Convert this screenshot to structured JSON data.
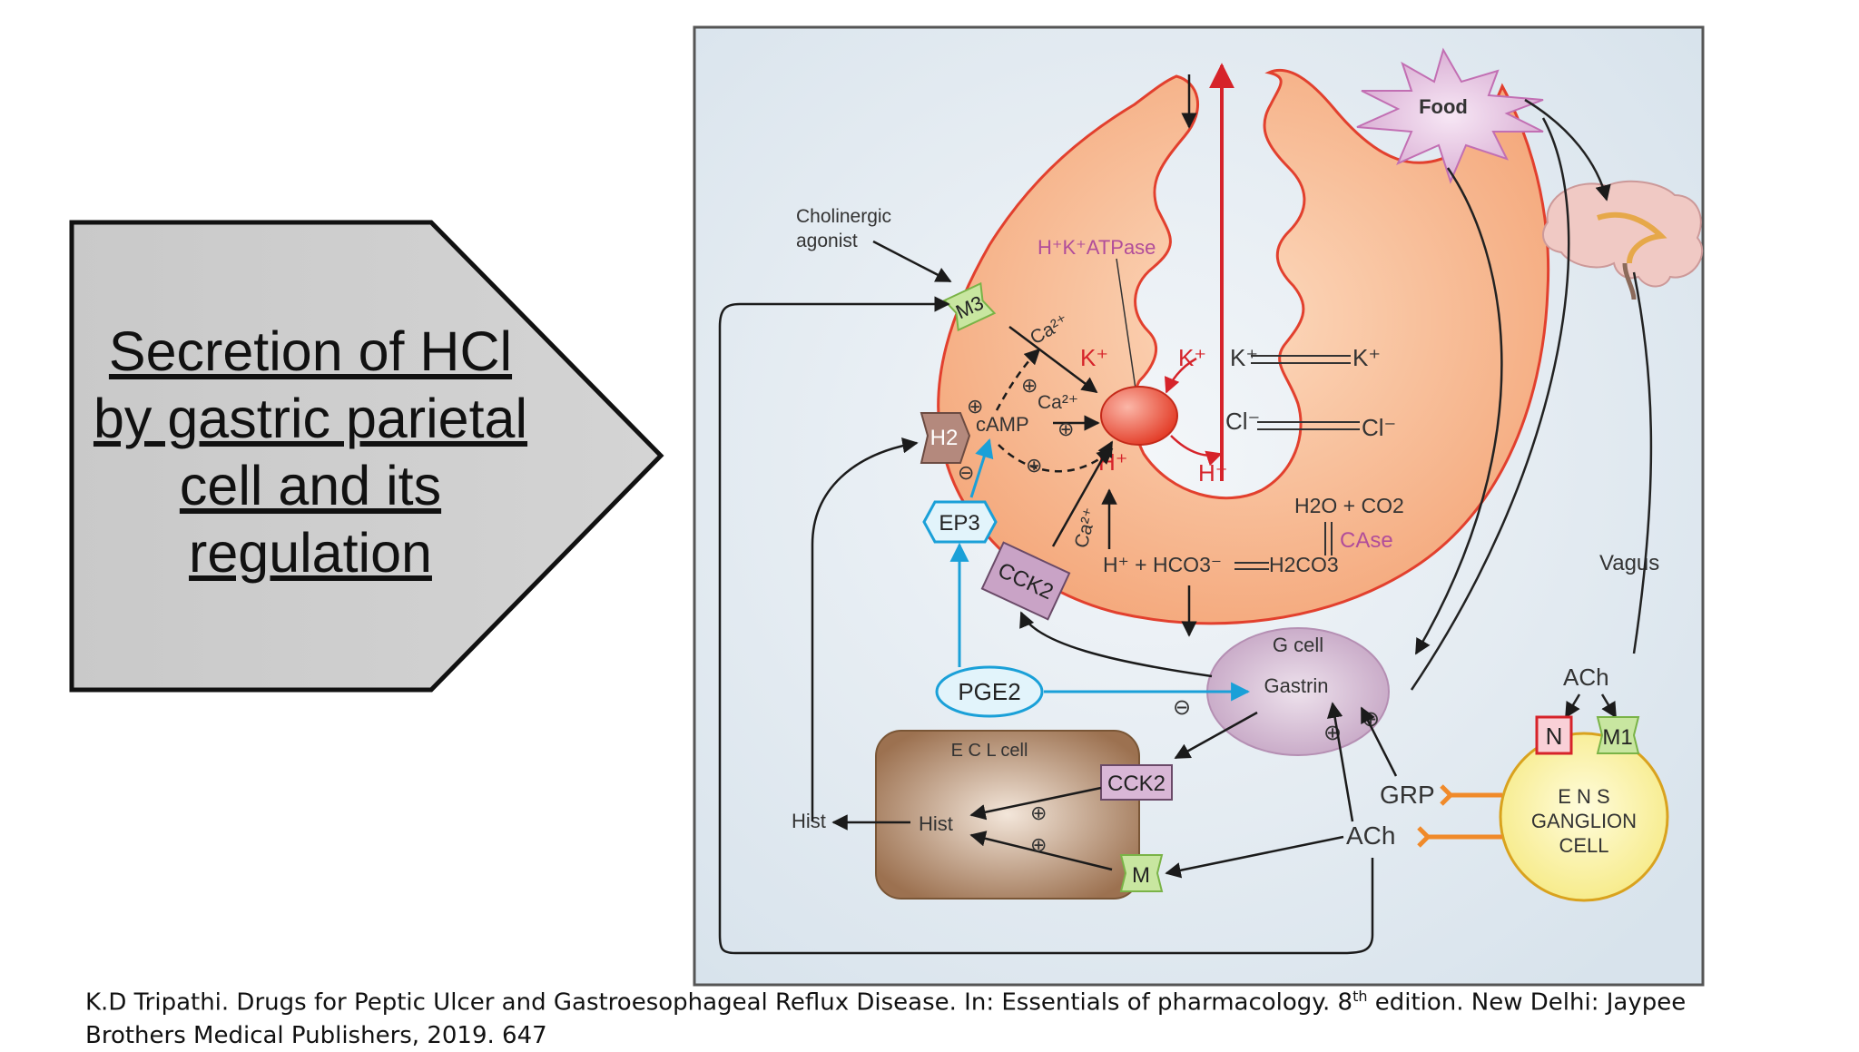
{
  "slide": {
    "title_lines": [
      "Secretion of HCl",
      "by gastric parietal",
      "cell and its",
      "regulation"
    ],
    "citation_part1": "K.D Tripathi. Drugs for Peptic Ulcer and Gastroesophageal Reflux Disease. In: Essentials of pharmacology. 8",
    "citation_sup": "th",
    "citation_part2": " edition. New Delhi: Jaypee Brothers Medical Publishers, 2019. 647"
  },
  "diagram": {
    "food": "Food",
    "cholinergic_1": "Cholinergic",
    "cholinergic_2": "agonist",
    "atpase": "H⁺K⁺ATPase",
    "m3": "M3",
    "h2": "H2",
    "camp": "cAMP",
    "ep3": "EP3",
    "cck2": "CCK2",
    "ca_top": "Ca²⁺",
    "ca_mid": "Ca²⁺",
    "ca_cck": "Ca²⁺",
    "k_left": "K⁺",
    "k_center": "K⁺",
    "k_right1": "K⁺",
    "k_right2": "K⁺",
    "cl1": "Cl⁻",
    "cl2": "Cl⁻",
    "h_left": "H⁺",
    "h_center": "H⁺",
    "h2o": "H2O + CO2",
    "case": "CAse",
    "hco3": "H⁺ + HCO3⁻",
    "h2co3": "H2CO3",
    "vagus": "Vagus",
    "ach_top": "ACh",
    "n": "N",
    "m1": "M1",
    "ens_1": "E N S",
    "ens_2": "GANGLION",
    "ens_3": "CELL",
    "gcell": "G cell",
    "gastrin": "Gastrin",
    "pge2": "PGE2",
    "ecl": "E C L cell",
    "cck2_ecl": "CCK2",
    "hist_out": "Hist",
    "hist_in": "Hist",
    "m": "M",
    "grp": "GRP",
    "ach_bottom": "ACh",
    "plus": "⊕",
    "minus": "⊖"
  },
  "colors": {
    "cell_fill": "#f7b78a",
    "cell_stroke": "#e2402e",
    "bg_panel": "#e4ecf2",
    "accent_red": "#d6232a",
    "case_pink": "#b14d9a",
    "arrow_blue": "#1aa0d8",
    "ens_yellow": "#f8f099",
    "ecl_brown": "#a87d5b",
    "gcell_purple": "#c6a9c5",
    "grp_orange": "#f08a2a"
  }
}
